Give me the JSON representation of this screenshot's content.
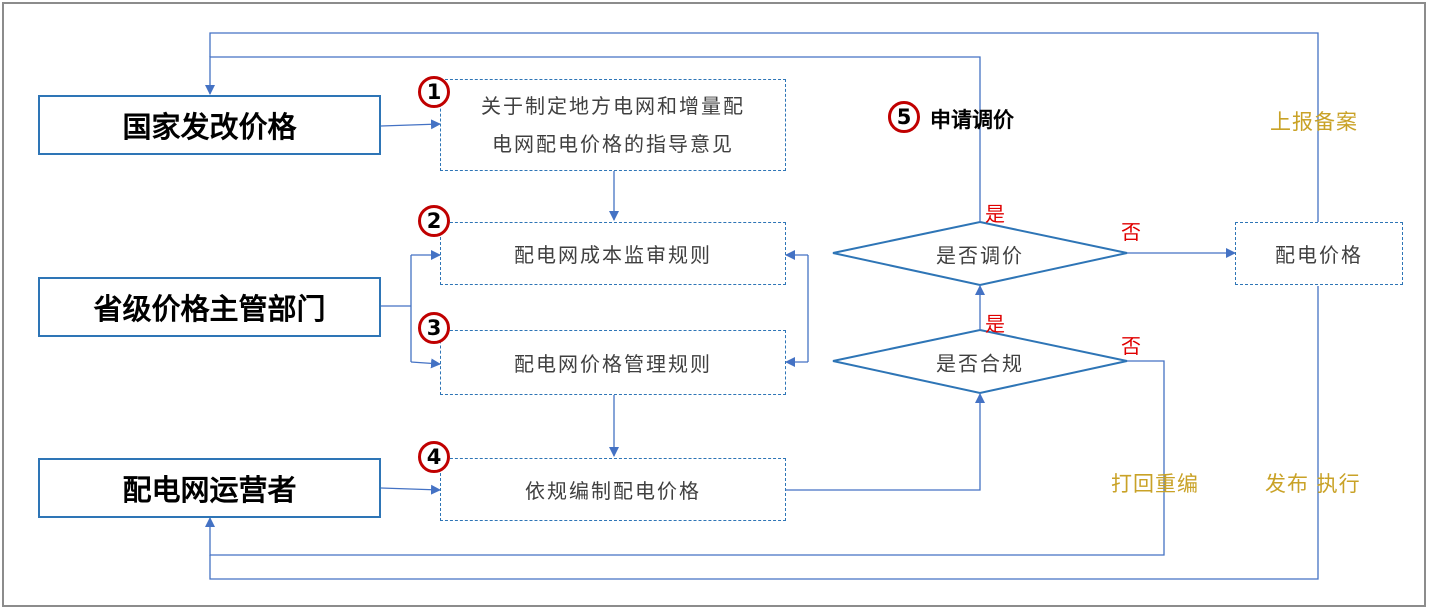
{
  "actors": {
    "ndrc": "国家发改价格",
    "province": "省级价格主管部门",
    "operator": "配电网运营者"
  },
  "steps": {
    "s1": {
      "num": "1",
      "line1": "关于制定地方电网和增量配",
      "line2": "电网配电价格的指导意见"
    },
    "s2": {
      "num": "2",
      "text": "配电网成本监审规则"
    },
    "s3": {
      "num": "3",
      "text": "配电网价格管理规则"
    },
    "s4": {
      "num": "4",
      "text": "依规编制配电价格"
    },
    "s5": {
      "num": "5",
      "text": "申请调价"
    }
  },
  "decisions": {
    "adjust": "是否调价",
    "compliant": "是否合规"
  },
  "result": "配电价格",
  "labels": {
    "yes_adjust": "是",
    "no_adjust": "否",
    "yes_compliant": "是",
    "no_compliant": "否",
    "report": "上报备案",
    "return": "打回重编",
    "publish": "发布 执行"
  },
  "colors": {
    "line": "#4472c4",
    "box": "#2e75b6",
    "red": "#c00000",
    "gold": "#c9a227"
  }
}
